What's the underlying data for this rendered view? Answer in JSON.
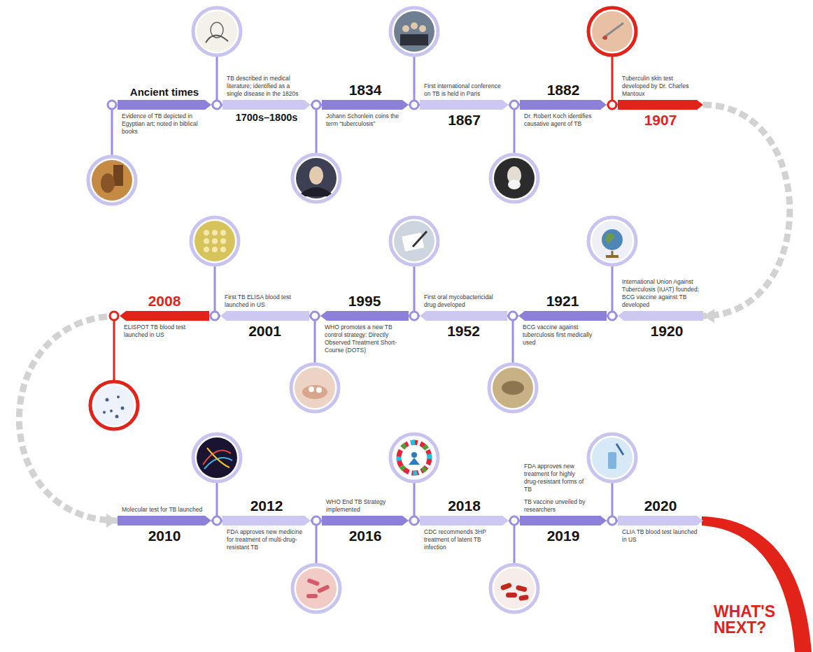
{
  "diagram": {
    "nodes": [
      {
        "text": [
          "Ancient times",
          "Evidence of TB depicted in Egyptian art; noted in biblical books"
        ]
      },
      {
        "text": [
          "TB described in medical literature; identified as a single disease in the 1820s",
          "1700s–1800s"
        ]
      },
      {
        "text": [
          "1834",
          "Johann Schonlein coins the term “tuberculosis”"
        ]
      },
      {
        "text": [
          "First international conference on TB is held in Paris",
          "1867"
        ]
      },
      {
        "text": [
          "1882",
          "Dr. Robert Koch identifies causative agent of TB"
        ]
      },
      {
        "text": [
          "Tuberculin skin test developed by Dr. Charles Mantoux",
          "1907"
        ]
      },
      {
        "text": [
          "International Union Against Tuberculosis (IUAT) founded; BCG vaccine against TB developed",
          "1920"
        ]
      },
      {
        "text": [
          "1921",
          "BCG vaccine against tuberculosis first medically used"
        ]
      },
      {
        "text": [
          "First oral mycobactericidal drug developed",
          "1952"
        ]
      },
      {
        "text": [
          "1995",
          "WHO promotes a new TB control strategy: Directly Observed Treatment Short-Course (DOTS)"
        ]
      },
      {
        "text": [
          "First TB ELISA blood test launched in US",
          "2001"
        ]
      },
      {
        "text": [
          "2008",
          "ELISPOT TB blood test launched in US"
        ]
      },
      {
        "text": [
          "Molecular test for TB launched",
          "2010"
        ]
      },
      {
        "text": [
          "2012",
          "FDA approves new medicine for treatment of multi-drug-resistant TB"
        ]
      },
      {
        "text": [
          "WHO End TB Strategy implemented",
          "2016"
        ]
      },
      {
        "text": [
          "2018",
          "CDC recommends 3HP treatment of latent TB infection"
        ]
      },
      {
        "text": [
          "FDA approves new treatment for highly drug-resistant forms of TB",
          "TB vaccine unveiled by researchers",
          "2019"
        ]
      },
      {
        "text": [
          "2020",
          "CLIA TB blood test launched in US"
        ]
      }
    ],
    "edges": [
      {
        "from": 0,
        "to": 1,
        "arrow": "none"
      },
      {
        "from": 1,
        "to": 2,
        "arrow": "none"
      },
      {
        "from": 2,
        "to": 3,
        "arrow": "none"
      },
      {
        "from": 3,
        "to": 4,
        "arrow": "none"
      },
      {
        "from": 4,
        "to": 5,
        "arrow": "none"
      },
      {
        "from": 5,
        "to": 6,
        "arrow": "to"
      },
      {
        "from": 6,
        "to": 7,
        "arrow": "none"
      },
      {
        "from": 7,
        "to": 8,
        "arrow": "none"
      },
      {
        "from": 8,
        "to": 9,
        "arrow": "none"
      },
      {
        "from": 9,
        "to": 10,
        "arrow": "none"
      },
      {
        "from": 10,
        "to": 11,
        "arrow": "none"
      },
      {
        "from": 11,
        "to": 12,
        "arrow": "to"
      },
      {
        "from": 12,
        "to": 13,
        "arrow": "none"
      },
      {
        "from": 13,
        "to": 14,
        "arrow": "none"
      },
      {
        "from": 14,
        "to": 15,
        "arrow": "none"
      },
      {
        "from": 15,
        "to": 16,
        "arrow": "none"
      },
      {
        "from": 16,
        "to": 17,
        "arrow": "none"
      }
    ],
    "labels": [
      "WHAT'S NEXT?"
    ]
  }
}
